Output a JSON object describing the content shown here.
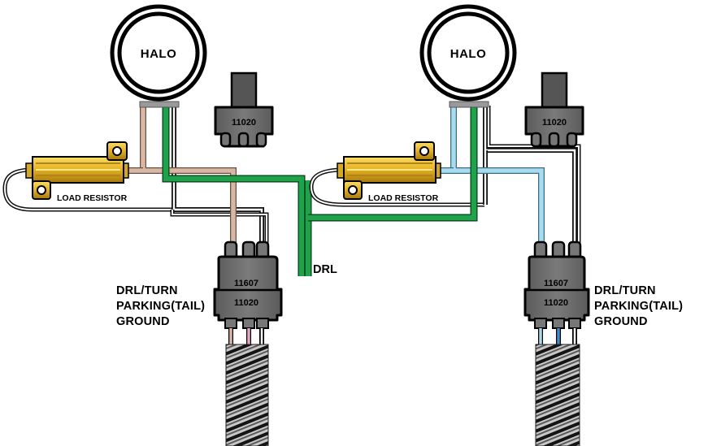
{
  "colors": {
    "wire_tan": "#d8b8a4",
    "wire_green": "#1fa34a",
    "wire_blue": "#a9dbef",
    "wire_blue_dark": "#3b8fd0",
    "wire_pink": "#e7a6c4",
    "wire_black": "#111111",
    "resistor_gold": "#e8b82a",
    "connector_gray": "#707070",
    "halo_gray": "#9a9a9a"
  },
  "left": {
    "halo": "HALO",
    "resistor": "LOAD RESISTOR",
    "plug_top": "11020",
    "conn_upper": "11607",
    "conn_lower": "11020",
    "labels": [
      "DRL/TURN",
      "PARKING(TAIL)",
      "GROUND"
    ],
    "drl": "DRL"
  },
  "right": {
    "halo": "HALO",
    "resistor": "LOAD RESISTOR",
    "plug_top": "11020",
    "conn_upper": "11607",
    "conn_lower": "11020",
    "labels": [
      "DRL/TURN",
      "PARKING(TAIL)",
      "GROUND"
    ]
  }
}
